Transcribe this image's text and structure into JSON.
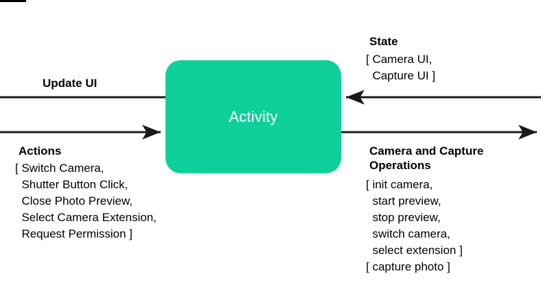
{
  "diagram": {
    "node": {
      "label": "Activity",
      "fill_color": "#0FD09A",
      "text_color": "#FFFFFF"
    },
    "edges": {
      "update_ui": {
        "label": "Update UI",
        "direction": "out-left"
      },
      "actions": {
        "title": "Actions",
        "items": "[ Switch Camera,\n  Shutter Button Click,\n  Close Photo Preview,\n  Select Camera Extension,\n  Request Permission ]",
        "direction": "in-left"
      },
      "state": {
        "title": "State",
        "items": "[ Camera UI,\n  Capture UI ]",
        "direction": "in-right"
      },
      "camera_capture_operations": {
        "title": "Camera and Capture\nOperations",
        "items": "[ init camera,\n  start preview,\n  stop preview,\n  switch camera,\n  select extension ]\n[ capture photo ]",
        "direction": "out-right"
      }
    },
    "stroke_color": "#1A1A1A"
  }
}
